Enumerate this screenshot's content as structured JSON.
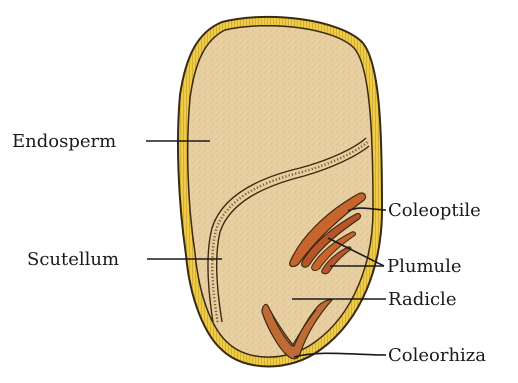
{
  "labels": {
    "endosperm": "Endosperm",
    "scutellum": "Scutellum",
    "coleoptile": "Coleoptile",
    "plumule": "Plumule",
    "radicle": "Radicle",
    "coleorhiza": "Coleorhiza"
  },
  "colors": {
    "seed_coat": "#e8c23a",
    "seed_coat_outline": "#3a2a10",
    "endosperm": "#e9cf9f",
    "embryo_tissue": "#e4c899",
    "coleoptile": "#c8642e",
    "plumule": "#b8542a",
    "coleorhiza": "#c06a36"
  }
}
